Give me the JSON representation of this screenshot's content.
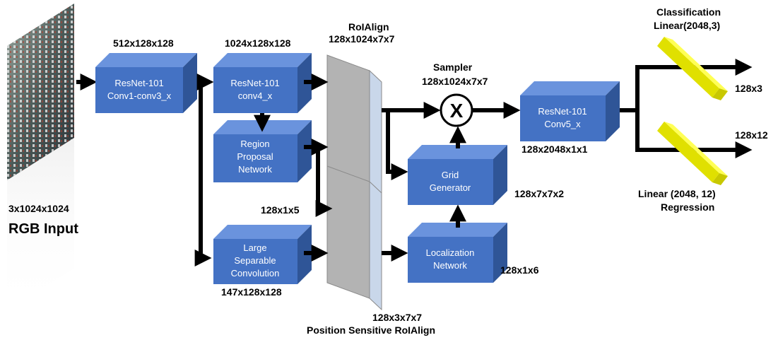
{
  "input": {
    "dims": "3x1024x1024",
    "label": "RGB Input"
  },
  "blocks": {
    "conv1": {
      "line1": "ResNet-101",
      "line2": "Conv1-conv3_x",
      "dims_top": "512x128x128"
    },
    "conv4": {
      "line1": "ResNet-101",
      "line2": "conv4_x",
      "dims_top": "1024x128x128"
    },
    "rpn": {
      "line1": "Region",
      "line2": "Proposal",
      "line3": "Network"
    },
    "lsc": {
      "line1": "Large",
      "line2": "Separable",
      "line3": "Convolution",
      "dims_bottom": "147x128x128"
    },
    "grid": {
      "line1": "Grid",
      "line2": "Generator",
      "dims_side": "128x7x7x2"
    },
    "loc": {
      "line1": "Localization",
      "line2": "Network",
      "dims_side": "128x1x6"
    },
    "conv5": {
      "line1": "ResNet-101",
      "line2": "Conv5_x",
      "dims_bottom": "128x2048x1x1"
    }
  },
  "roialign": {
    "title": "RoIAlign",
    "dims": "128x1024x7x7"
  },
  "psroialign": {
    "dims": "128x3x7x7",
    "title": "Position Sensitive RoIAlign"
  },
  "proposals_dims": "128x1x5",
  "sampler": {
    "title": "Sampler",
    "dims": "128x1024x7x7",
    "symbol": "X"
  },
  "heads": {
    "classification": {
      "title": "Classification",
      "layer": "Linear(2048,3)",
      "out": "128x3"
    },
    "regression": {
      "layer": "Linear (2048, 12)",
      "title": "Regression",
      "out": "128x12"
    }
  },
  "colors": {
    "block_front": "#4472c4",
    "block_top": "#6a93dd",
    "block_side": "#2f5597",
    "panel": "#b3b3b3",
    "panel_side": "#c9d7ea",
    "linear": "#ffff33",
    "linear_dark": "#c8c800"
  }
}
